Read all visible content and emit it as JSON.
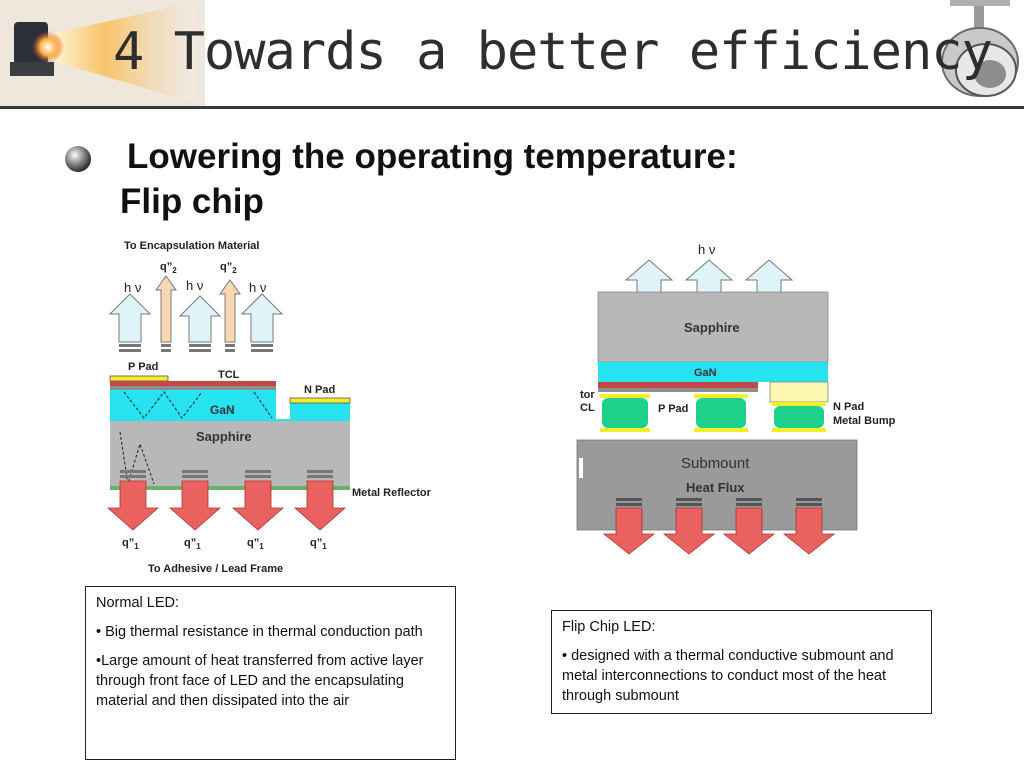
{
  "slide": {
    "title": "4 Towards a better efficiency",
    "bullet_line1": "Lowering the operating temperature:",
    "bullet_line2": "Flip chip"
  },
  "normal_led_diagram": {
    "top_label": "To Encapsulation Material",
    "bottom_label": "To Adhesive / Lead Frame",
    "emission_labels": [
      "h ν",
      "h ν",
      "h ν"
    ],
    "q2_label": "q”",
    "q2_sub": "2",
    "q1_label": "q”",
    "q1_sub": "1",
    "p_pad": "P Pad",
    "tcl": "TCL",
    "n_pad": "N Pad",
    "gan": "GaN",
    "sapphire": "Sapphire",
    "metal_reflector": "Metal Reflector"
  },
  "flip_chip_diagram": {
    "emission_label": "h ν",
    "sapphire": "Sapphire",
    "gan": "GaN",
    "tor_partial": "tor",
    "cl_partial": "CL",
    "p_pad": "P Pad",
    "n_pad": "N Pad",
    "metal_bump": "Metal Bump",
    "submount": "Submount",
    "heat_flux": "Heat Flux"
  },
  "notes": {
    "normal": {
      "heading": "Normal LED:",
      "points": [
        "• Big thermal resistance in thermal conduction path",
        "•Large amount of heat transferred from active layer through front face of LED and the encapsulating material and then dissipated into the air"
      ]
    },
    "flip": {
      "heading": "Flip Chip LED:",
      "points": [
        "• designed with a thermal conductive submount and metal interconnections to conduct most of the heat through submount"
      ]
    }
  },
  "colors": {
    "sapphire": "#b8b8b8",
    "gan": "#26e3ef",
    "pad": "#f2ee2a",
    "bump": "#1fcf8c",
    "submount": "#9a9a9a",
    "heat_arrow": "#e9625f",
    "light_arrow": "#dff4f8",
    "q2_arrow": "#f6d9b4"
  }
}
